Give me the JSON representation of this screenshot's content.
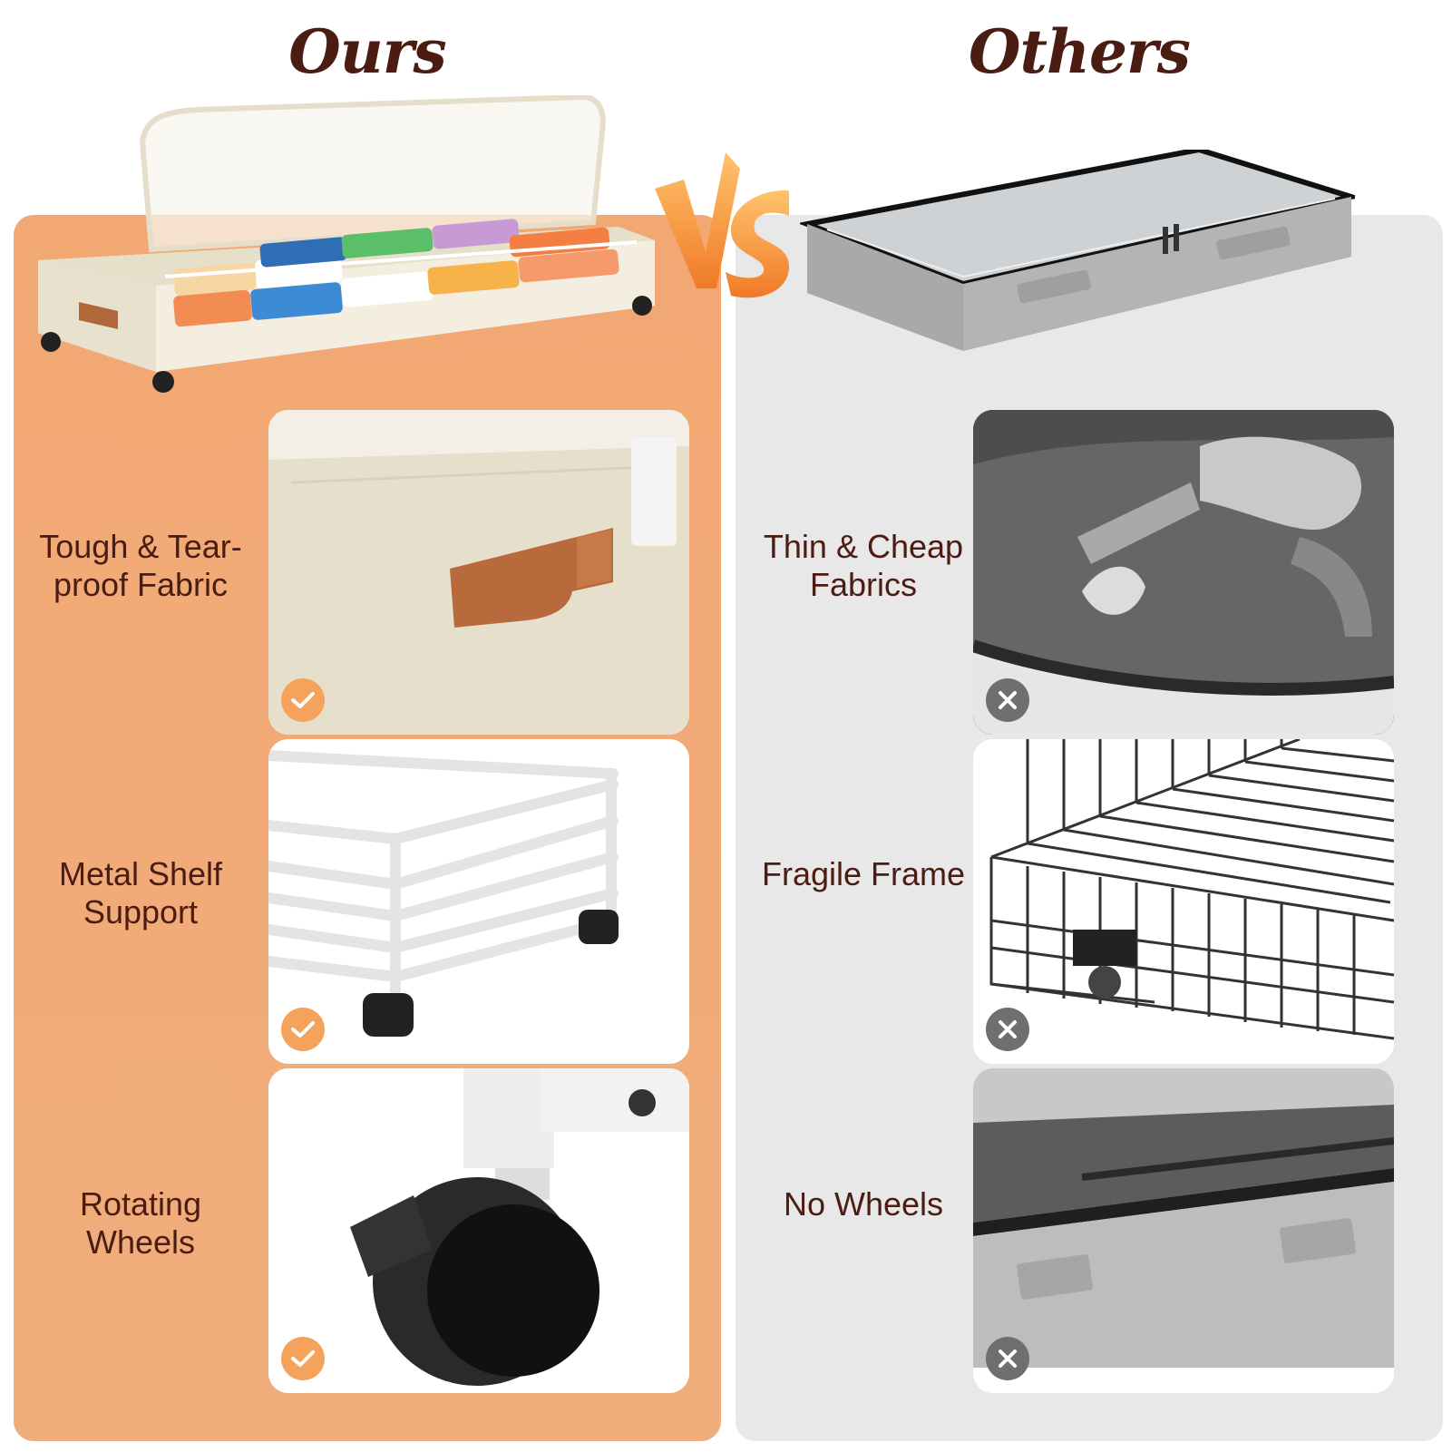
{
  "header": {
    "ours_title": "Ours",
    "vs_text": "VS",
    "others_title": "Others"
  },
  "colors": {
    "ours_panel": "#f2a873",
    "others_panel": "#e8e8e8",
    "title_text": "#4a1c12",
    "check_badge": "#f5a35c",
    "cross_badge": "#6f6f6f"
  },
  "ours": {
    "features": [
      {
        "label": "Tough & Tear-proof Fabric",
        "badge": "check-icon"
      },
      {
        "label": "Metal Shelf Support",
        "badge": "check-icon"
      },
      {
        "label": "Rotating Wheels",
        "badge": "check-icon"
      }
    ]
  },
  "others": {
    "features": [
      {
        "label": "Thin & Cheap Fabrics",
        "badge": "cross-icon"
      },
      {
        "label": "Fragile Frame",
        "badge": "cross-icon"
      },
      {
        "label": "No Wheels",
        "badge": "cross-icon"
      }
    ]
  }
}
